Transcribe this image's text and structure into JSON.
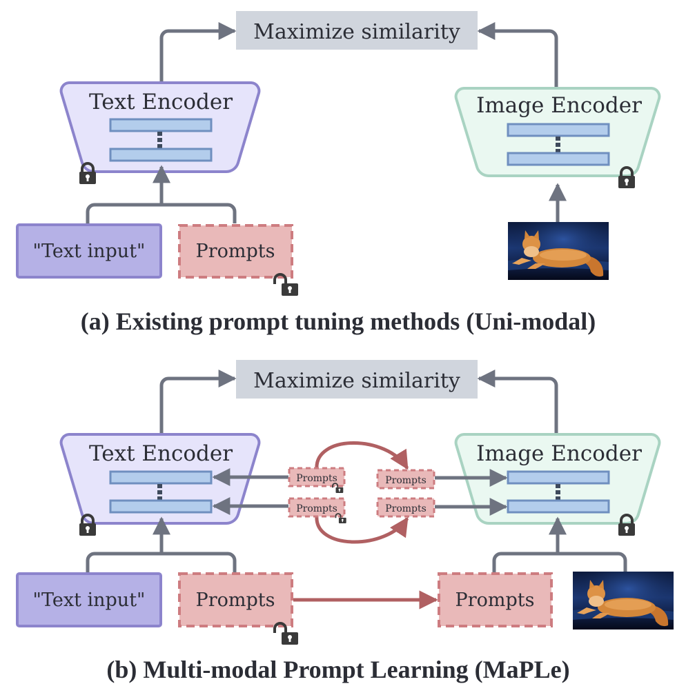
{
  "panel_a": {
    "objective_label": "Maximize similarity",
    "text_encoder_label": "Text Encoder",
    "image_encoder_label": "Image Encoder",
    "text_input_label": "\"Text input\"",
    "prompts_label": "Prompts",
    "caption": "(a) Existing prompt tuning methods (Uni-modal)",
    "text_encoder_frozen": true,
    "image_encoder_frozen": true,
    "prompts_learnable": true
  },
  "panel_b": {
    "objective_label": "Maximize similarity",
    "text_encoder_label": "Text Encoder",
    "image_encoder_label": "Image Encoder",
    "text_input_label": "\"Text input\"",
    "text_prompts_label": "Prompts",
    "vision_prompts_label": "Prompts",
    "deep_text_prompts": [
      "Prompts",
      "Prompts"
    ],
    "deep_vision_prompts": [
      "Prompts",
      "Prompts"
    ],
    "caption": "(b) Multi-modal Prompt Learning (MaPLe)",
    "text_encoder_frozen": true,
    "image_encoder_frozen": true,
    "prompts_learnable": true
  },
  "colors": {
    "text_encoder_fill": "#e6e4fb",
    "text_encoder_stroke": "#8c84cc",
    "image_encoder_fill": "#eaf8f1",
    "image_encoder_stroke": "#a9d3c2",
    "layer_fill": "#b3cdec",
    "layer_stroke": "#6f8fbf",
    "text_input_fill": "#b5b1e6",
    "text_input_stroke": "#8c84cc",
    "prompt_fill": "#e9b9b9",
    "prompt_stroke": "#cd7c80",
    "coupling_arrow": "#b06062",
    "arrow": "#6e7380",
    "objective_fill": "#d0d5dd",
    "text": "#2b2d35",
    "lock": "#3a3a3a"
  },
  "icons": {
    "lock": "lock-icon",
    "unlock": "unlock-icon",
    "cat_image": "cat-image"
  }
}
